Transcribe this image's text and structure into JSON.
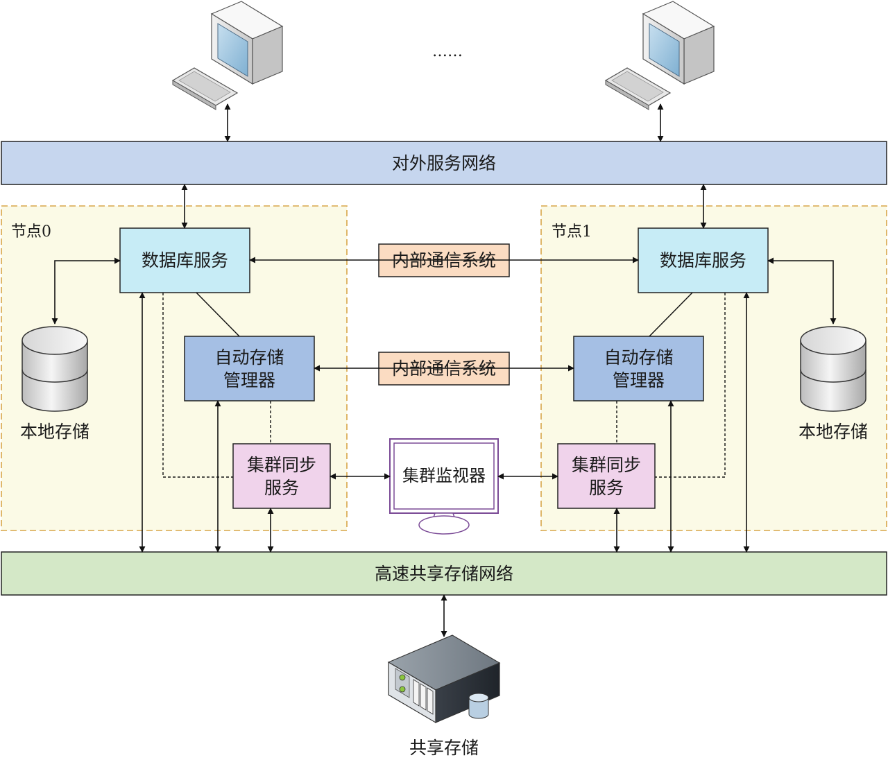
{
  "top": {
    "ellipsis": "……"
  },
  "networks": {
    "external": "对外服务网络",
    "storage": "高速共享存储网络"
  },
  "internal_comm": [
    "内部通信系统",
    "内部通信系统"
  ],
  "node0": {
    "title": "节点0",
    "db_service": "数据库服务",
    "auto_storage": [
      "自动存储",
      "管理器"
    ],
    "cluster_sync": [
      "集群同步",
      "服务"
    ],
    "local_storage": "本地存储"
  },
  "node1": {
    "title": "节点1",
    "db_service": "数据库服务",
    "auto_storage": [
      "自动存储",
      "管理器"
    ],
    "cluster_sync": [
      "集群同步",
      "服务"
    ],
    "local_storage": "本地存储"
  },
  "monitor": "集群监视器",
  "shared_storage": "共享存储",
  "colors": {
    "network_external": "#c6d6ee",
    "network_storage": "#d4e8c7",
    "node_bg": "#fbfae6",
    "node_border": "#d8a548",
    "db_service": "#c7ecf6",
    "auto_storage": "#a5bfe4",
    "cluster_sync": "#f0d3eb",
    "internal_comm": "#fbdcc2",
    "monitor_border": "#7a4a96"
  }
}
